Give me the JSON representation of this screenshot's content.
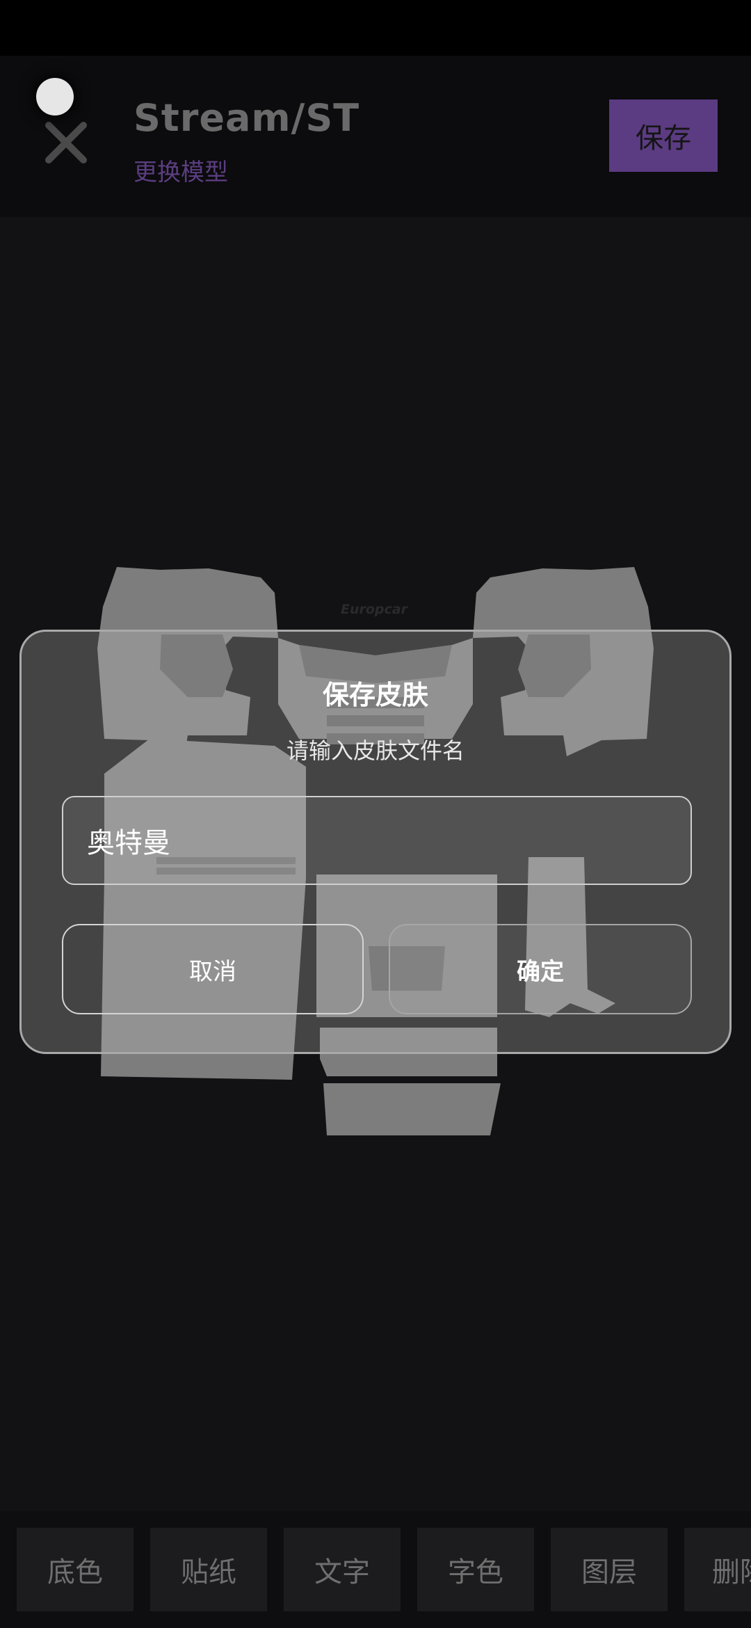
{
  "header": {
    "title": "Stream/ST",
    "subtitle": "更换模型",
    "save_label": "保存"
  },
  "canvas": {
    "logo_text": "Europcar"
  },
  "dialog": {
    "title": "保存皮肤",
    "hint": "请输入皮肤文件名",
    "input_value": "奥特曼",
    "cancel_label": "取消",
    "confirm_label": "确定"
  },
  "toolbar": {
    "items": [
      "底色",
      "贴纸",
      "文字",
      "字色",
      "图层",
      "删除"
    ]
  },
  "colors": {
    "accent": "#5b3b82",
    "background": "#121113",
    "panel": "#1c1b1d"
  }
}
